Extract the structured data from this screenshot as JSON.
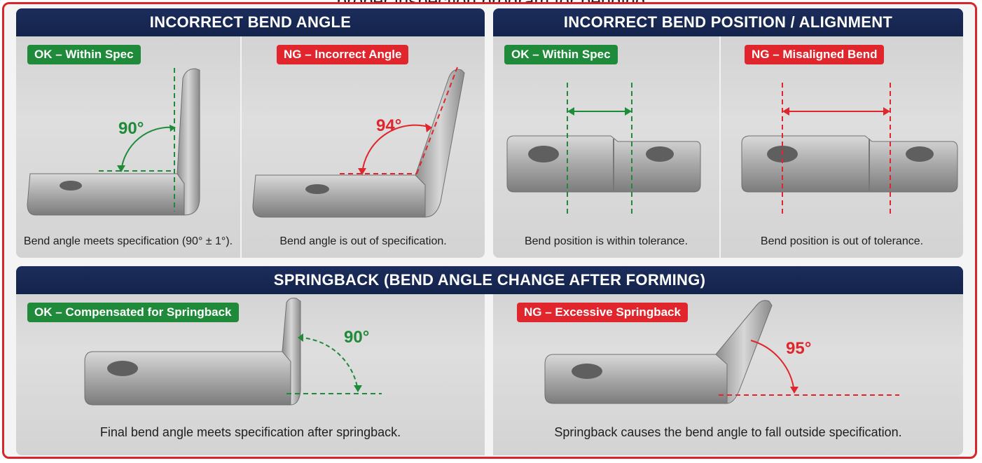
{
  "top_caption": "proper inspection program for bending",
  "sections": {
    "bend_angle": {
      "title": "INCORRECT BEND ANGLE",
      "ok": {
        "badge": "OK – Within Spec",
        "angle": "90°",
        "caption": "Bend angle meets specification (90° ± 1°)."
      },
      "ng": {
        "badge": "NG – Incorrect Angle",
        "angle": "94°",
        "caption": "Bend angle is out of specification."
      }
    },
    "bend_position": {
      "title": "INCORRECT BEND POSITION / ALIGNMENT",
      "ok": {
        "badge": "OK – Within Spec",
        "caption": "Bend position is within tolerance."
      },
      "ng": {
        "badge": "NG – Misaligned Bend",
        "caption": "Bend position is out of tolerance."
      }
    },
    "springback": {
      "title": "SPRINGBACK (BEND ANGLE CHANGE AFTER FORMING)",
      "ok": {
        "badge": "OK – Compensated for Springback",
        "angle": "90°",
        "caption": "Final bend angle meets specification after springback."
      },
      "ng": {
        "badge": "NG – Excessive Springback",
        "angle": "95°",
        "caption": "Springback causes the bend angle to fall outside specification."
      }
    }
  },
  "colors": {
    "ok": "#1f8a3a",
    "ng": "#e0262c",
    "header": "#14234b",
    "frame": "#d8242b"
  }
}
